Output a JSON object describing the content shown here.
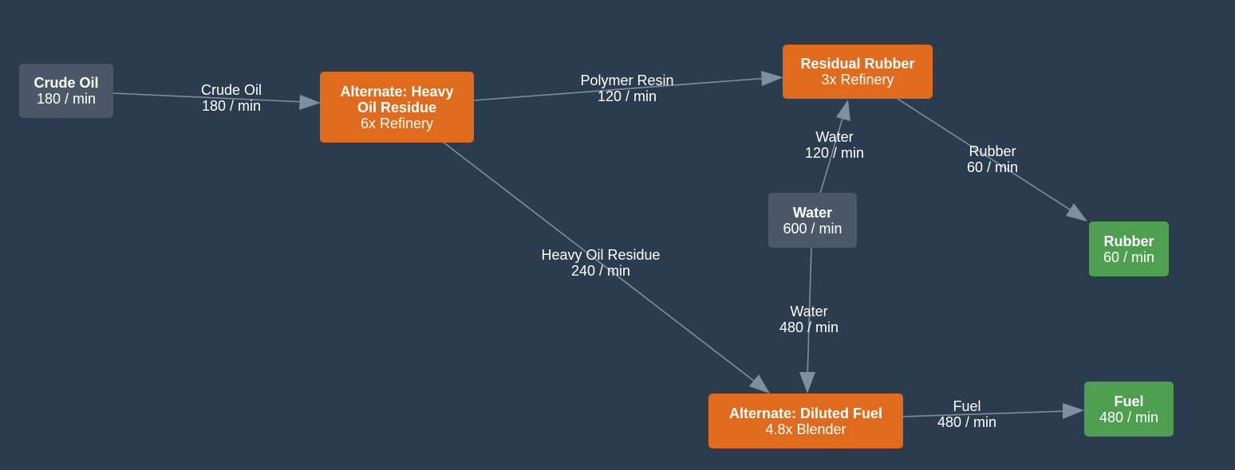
{
  "nodes": {
    "crude_oil": {
      "title": "Crude Oil",
      "sub": "180 / min"
    },
    "heavy_oil_residue": {
      "title_1": "Alternate: Heavy",
      "title_2": "Oil Residue",
      "sub": "6x Refinery"
    },
    "residual_rubber": {
      "title": "Residual Rubber",
      "sub": "3x Refinery"
    },
    "water": {
      "title": "Water",
      "sub": "600 / min"
    },
    "rubber": {
      "title": "Rubber",
      "sub": "60 / min"
    },
    "diluted_fuel": {
      "title": "Alternate: Diluted Fuel",
      "sub": "4.8x Blender"
    },
    "fuel": {
      "title": "Fuel",
      "sub": "480 / min"
    }
  },
  "edges": {
    "crude_to_heavy": {
      "item": "Crude Oil",
      "rate": "180 / min"
    },
    "heavy_to_residual": {
      "item": "Polymer Resin",
      "rate": "120 / min"
    },
    "water_to_residual": {
      "item": "Water",
      "rate": "120 / min"
    },
    "residual_to_rubber": {
      "item": "Rubber",
      "rate": "60 / min"
    },
    "heavy_to_diluted": {
      "item": "Heavy Oil Residue",
      "rate": "240 / min"
    },
    "water_to_diluted": {
      "item": "Water",
      "rate": "480 / min"
    },
    "diluted_to_fuel": {
      "item": "Fuel",
      "rate": "480 / min"
    }
  },
  "colors": {
    "background": "#2b3c4e",
    "input_node": "#4a5868",
    "recipe_node": "#e06b1c",
    "output_node": "#4e9f4f",
    "edge": "#7e8fa0"
  }
}
